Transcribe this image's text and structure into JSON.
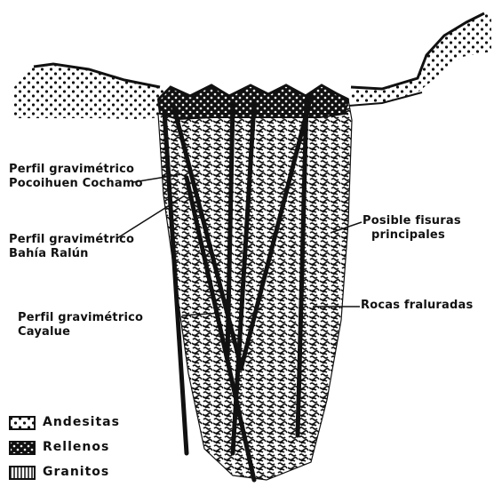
{
  "labels": {
    "perfil_pocoihuen_line1": "Perfil gravimétrico",
    "perfil_pocoihuen_line2": "Pocoihuen Cochamo",
    "perfil_bahia_line1": "Perfil gravimétrico",
    "perfil_bahia_line2": "Bahía Ralún",
    "perfil_cayalue_line1": "Perfil gravimétrico",
    "perfil_cayalue_line2": "Cayalue",
    "fisuras_line1": "Posible fisuras",
    "fisuras_line2": "principales",
    "rocas": "Rocas fraluradas"
  },
  "legend": [
    {
      "name": "andesitas",
      "label": "Andesitas"
    },
    {
      "name": "rellenos",
      "label": "Rellenos"
    },
    {
      "name": "granitos",
      "label": "Granitos"
    }
  ],
  "colors": {
    "ink": "#111111",
    "paper": "#ffffff"
  }
}
